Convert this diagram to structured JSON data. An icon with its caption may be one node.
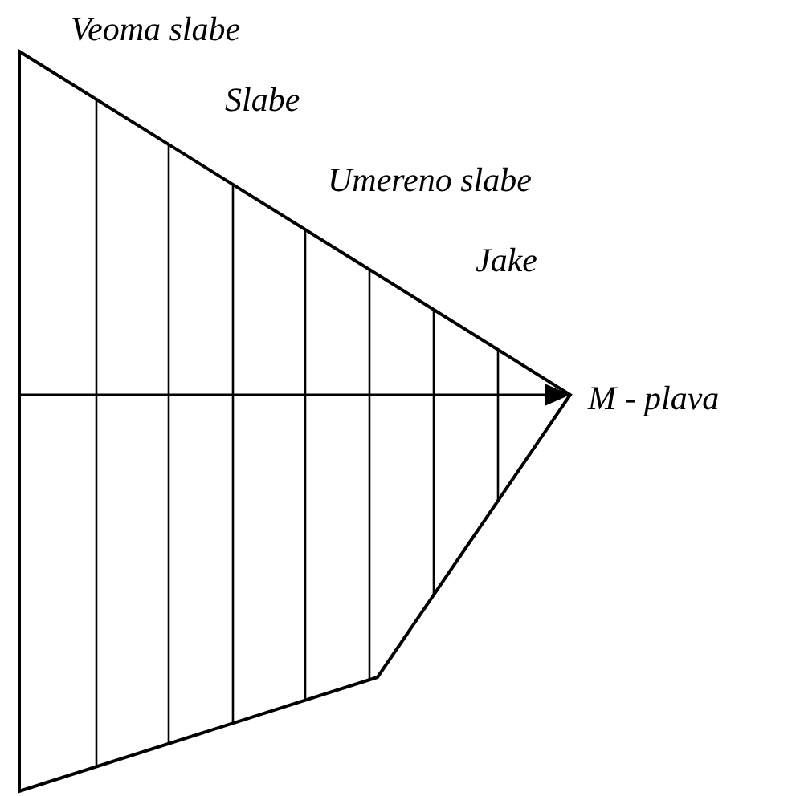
{
  "diagram": {
    "labels": [
      "Veoma slabe",
      "Slabe",
      "Umereno slabe",
      "Jake",
      "M - plava"
    ]
  }
}
